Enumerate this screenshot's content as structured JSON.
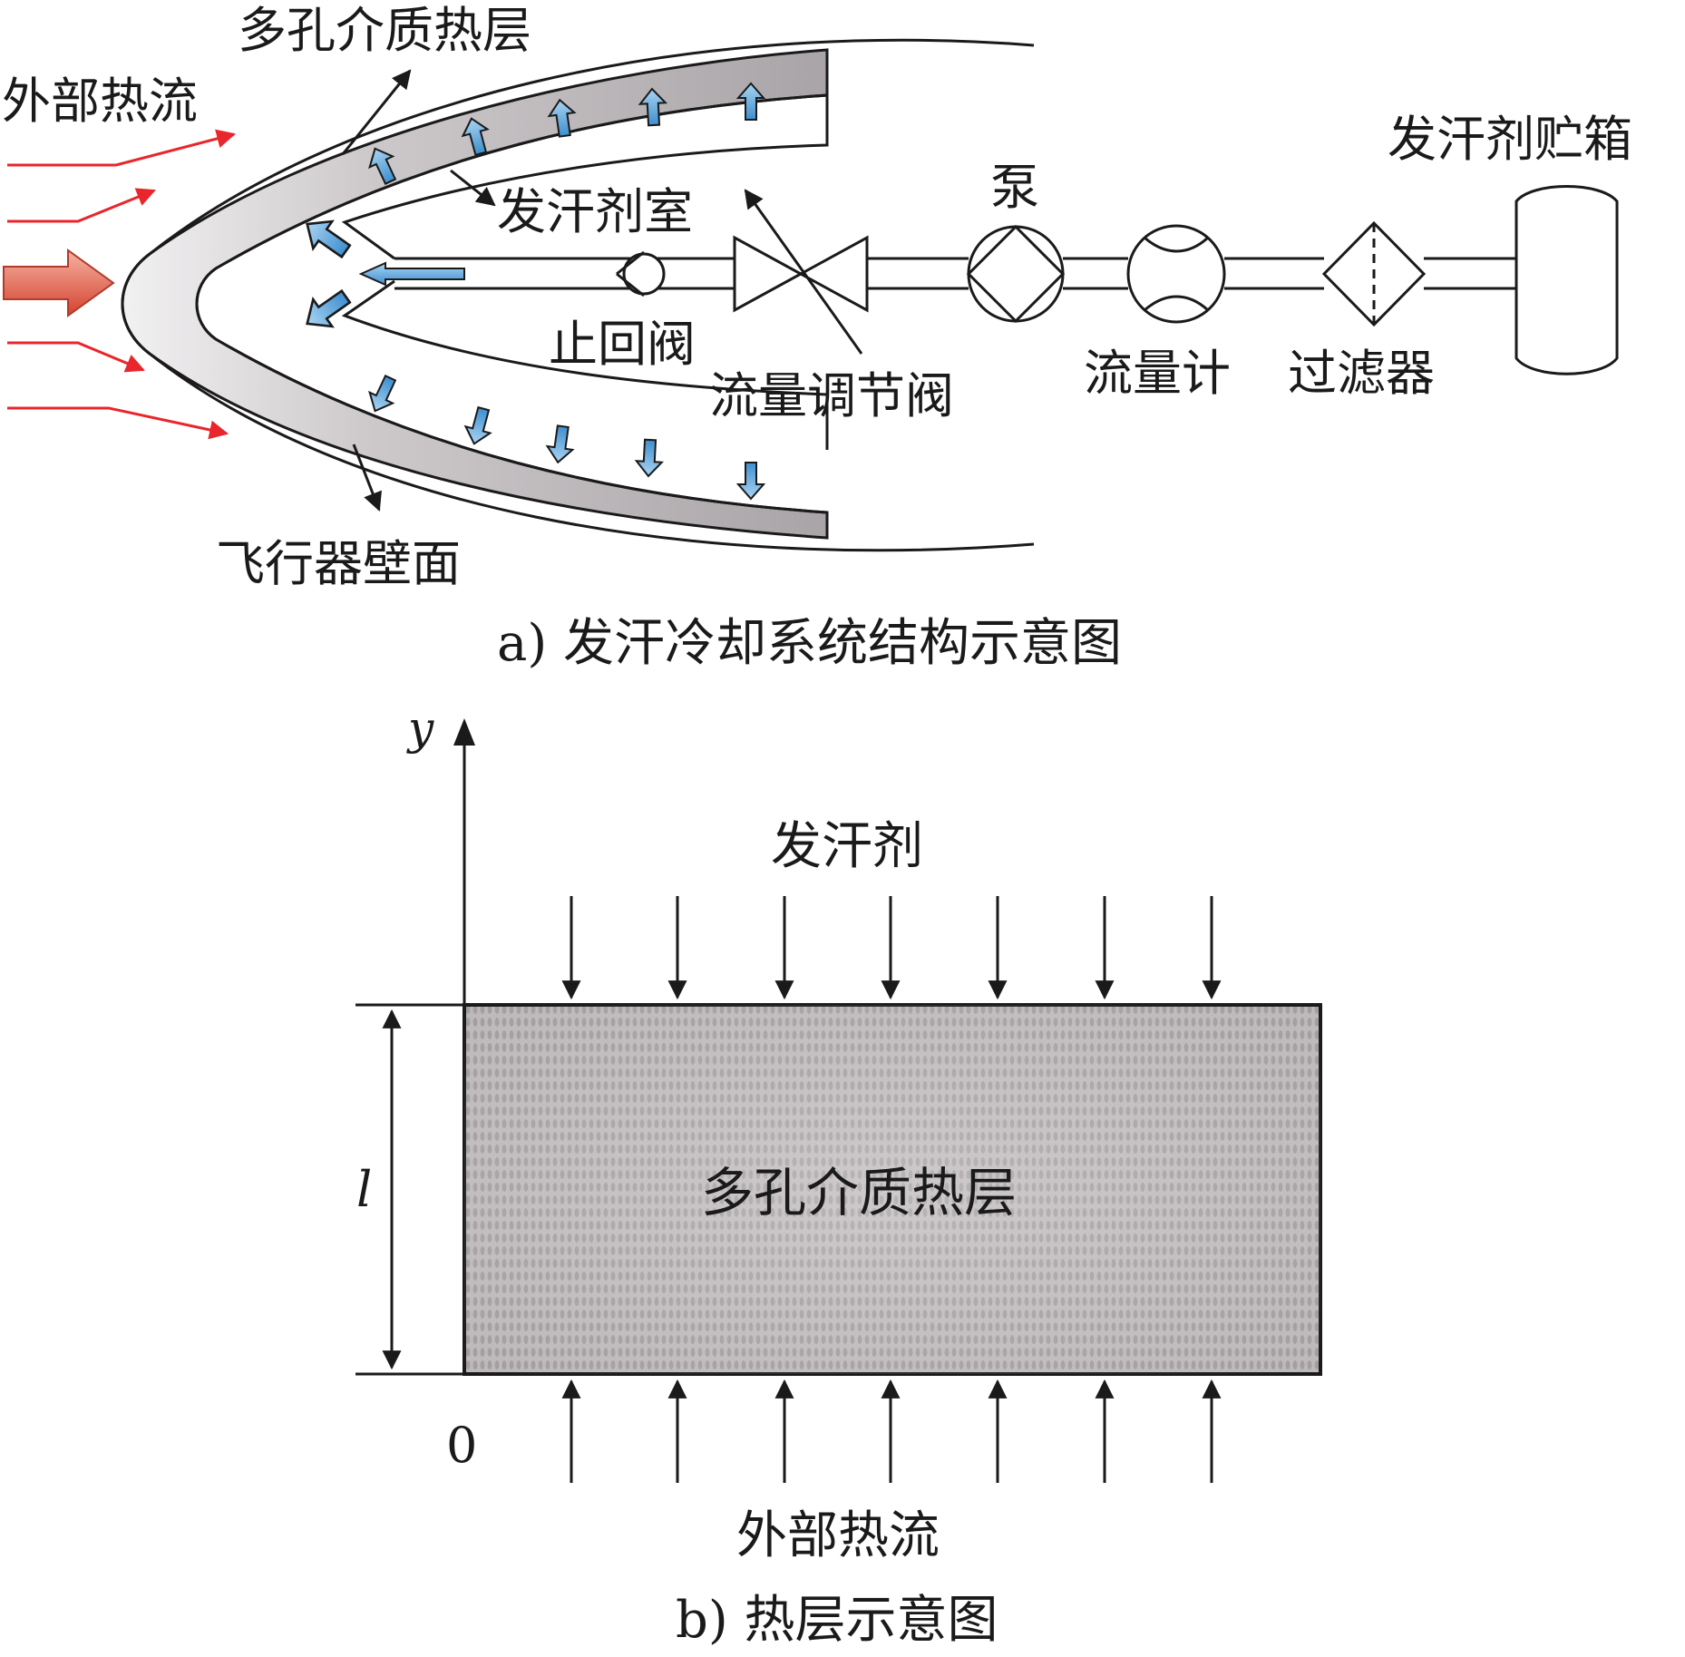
{
  "panel_a": {
    "caption": "a) 发汗冷却系统结构示意图",
    "labels": {
      "porous_layer": "多孔介质热层",
      "external_heat_flow": "外部热流",
      "coolant_chamber": "发汗剂室",
      "pump": "泵",
      "coolant_tank": "发汗剂贮箱",
      "check_valve": "止回阀",
      "flow_control_valve": "流量调节阀",
      "flow_meter": "流量计",
      "filter": "过滤器",
      "aircraft_wall": "飞行器壁面"
    }
  },
  "panel_b": {
    "caption": "b) 热层示意图",
    "labels": {
      "coolant": "发汗剂",
      "porous_layer": "多孔介质热层",
      "external_heat_flow": "外部热流",
      "y_axis": "y",
      "thickness": "l",
      "origin": "0"
    }
  },
  "colors": {
    "stroke": "#1a1a1a",
    "heat_arrow": "#e8262b",
    "coolant_arrow": "#5fa8dc",
    "porous_fill": "#b9b4b6"
  }
}
